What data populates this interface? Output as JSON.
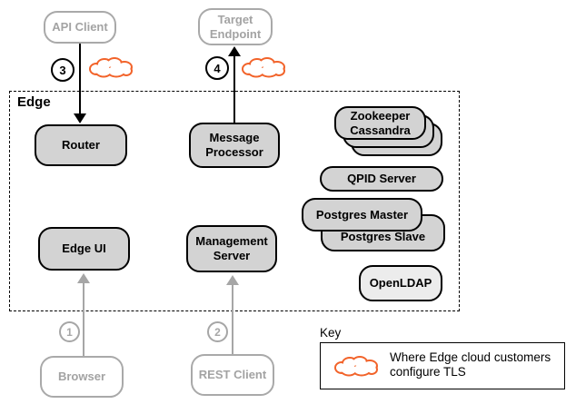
{
  "edge_group": {
    "label": "Edge"
  },
  "nodes": {
    "api_client": "API Client",
    "target_endpoint": "Target Endpoint",
    "router": "Router",
    "message_processor": "Message Processor",
    "edge_ui": "Edge UI",
    "management_server": "Management Server",
    "zookeeper": "Zookeeper",
    "cassandra": "Cassandra",
    "qpid_server": "QPID Server",
    "postgres_master": "Postgres Master",
    "postgres_slave": "Postgres Slave",
    "openldap": "OpenLDAP",
    "browser": "Browser",
    "rest_client": "REST Client"
  },
  "step_markers": {
    "step1": "1",
    "step2": "2",
    "step3": "3",
    "step4": "4"
  },
  "key": {
    "title": "Key",
    "tls_note": "Where Edge cloud customers configure TLS"
  },
  "colors": {
    "tls_cloud_orange": "#F2632A",
    "component_fill_gray": "#D3D3D3",
    "openldap_fill_light_gray": "#ECECEC",
    "external_client_gray": "#A6A6A6"
  }
}
